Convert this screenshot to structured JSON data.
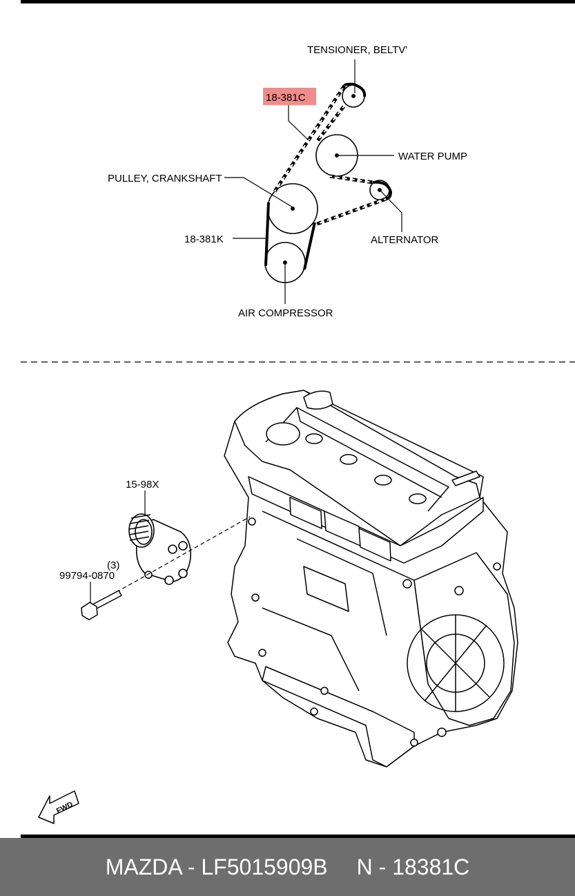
{
  "belt_diagram": {
    "highlighted_part": "18-381C",
    "labels": {
      "tensioner": "TENSIONER, BELTV'",
      "water_pump": "WATER PUMP",
      "crankshaft_pulley": "PULLEY, CRANKSHAFT",
      "belt_k": "18-381K",
      "alternator": "ALTERNATOR",
      "air_compressor": "AIR COMPRESSOR"
    }
  },
  "engine_diagram": {
    "compressor_part": "15-98X",
    "bolt_qty": "(3)",
    "bolt_part": "99794-0870",
    "fwd_label": "FWD"
  },
  "footer": {
    "brand_part": "MAZDA - LF5015909B",
    "ref_code": "N - 18381C"
  },
  "colors": {
    "highlight": "#f28b8b",
    "footer_bg": "#6e6e6e",
    "footer_text": "#ffffff"
  }
}
